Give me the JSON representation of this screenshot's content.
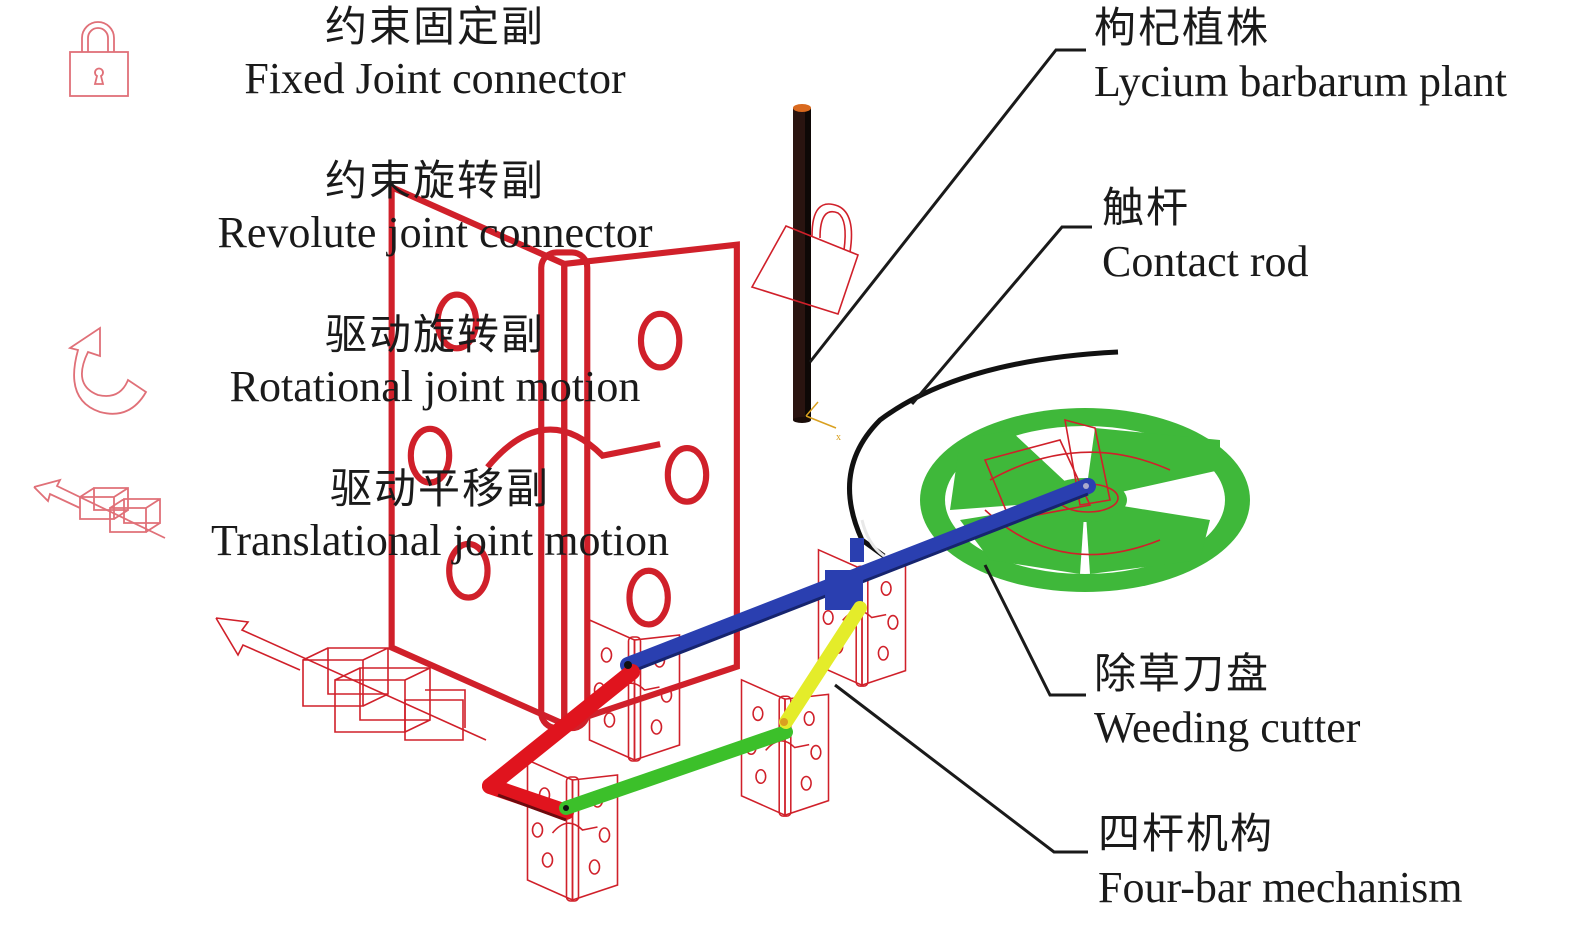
{
  "figure": {
    "legend": [
      {
        "icon": "lock-icon",
        "cn": "约束固定副",
        "en": "Fixed Joint connector"
      },
      {
        "icon": "hinge-icon",
        "cn": "约束旋转副",
        "en": "Revolute joint connector"
      },
      {
        "icon": "rotation-arrow-icon",
        "cn": "驱动旋转副",
        "en": "Rotational joint motion"
      },
      {
        "icon": "translation-arrow-icon",
        "cn": "驱动平移副",
        "en": "Translational joint motion"
      }
    ],
    "callouts": [
      {
        "cn": "枸杞植株",
        "en": "Lycium barbarum plant"
      },
      {
        "cn": "触杆",
        "en": "Contact rod"
      },
      {
        "cn": "除草刀盘",
        "en": "Weeding cutter"
      },
      {
        "cn": "四杆机构",
        "en": "Four-bar mechanism"
      }
    ],
    "colors": {
      "joint_symbol": "#d0202a",
      "plant": "#2a1410",
      "cutter": "#3fb83a",
      "link_blue": "#2a3fb0",
      "link_red": "#e0141e",
      "link_green": "#3cc02a",
      "link_yellow": "#e4ec2a",
      "leader": "#1a1a1a"
    },
    "axis_label": "x"
  }
}
